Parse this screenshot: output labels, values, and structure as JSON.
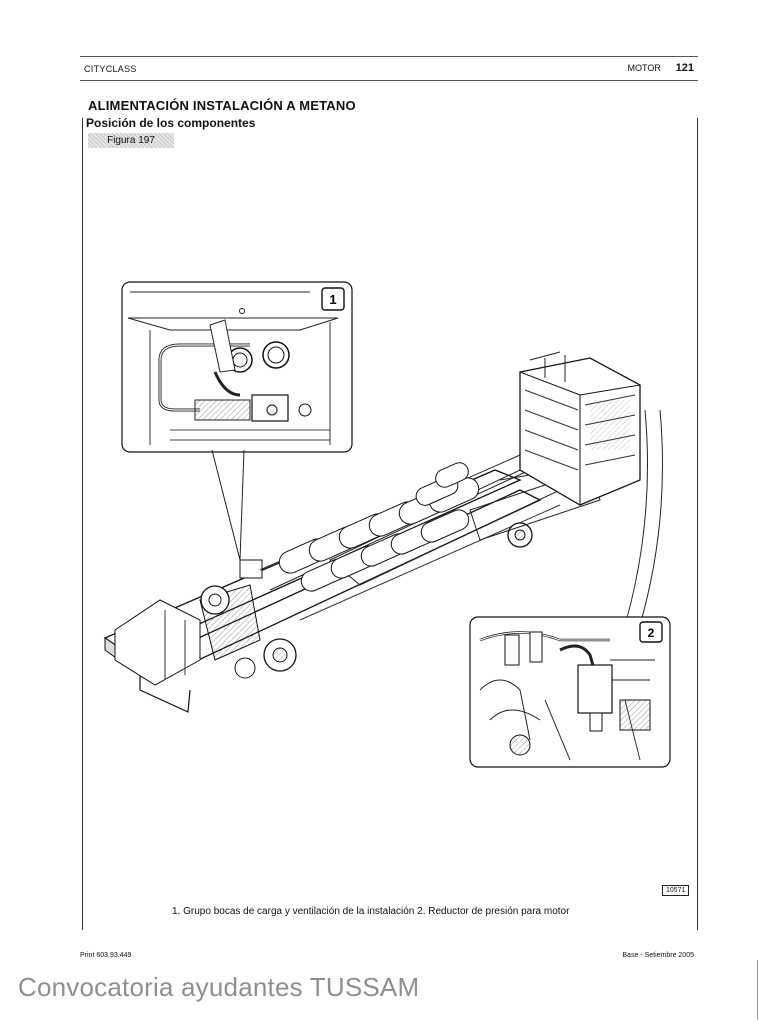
{
  "header": {
    "book": "CITYCLASS",
    "section": "MOTOR",
    "page_number": "121"
  },
  "document": {
    "title": "ALIMENTACIÓN INSTALACIÓN A METANO",
    "subtitle": "Posición de los componentes",
    "figure_label": "Figura 197"
  },
  "figure": {
    "callout_1": "1",
    "callout_2": "2",
    "reference_code": "10571",
    "caption": "1. Grupo bocas de carga y ventilación de la instalación 2. Reductor de presión para motor"
  },
  "footer": {
    "print_code": "Print 603.93.449",
    "edition": "Base - Setiembre 2005"
  },
  "watermark": "Convocatoria ayudantes TUSSAM"
}
